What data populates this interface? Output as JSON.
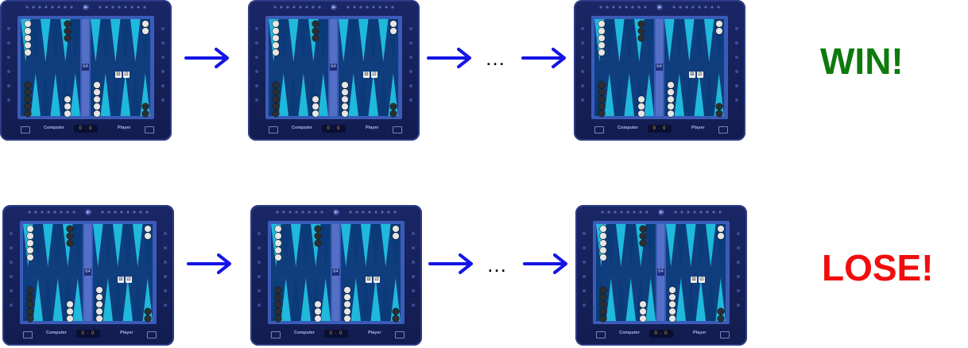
{
  "game": {
    "player_left_label": "Computer",
    "player_right_label": "Player",
    "score_display": "0 · 0",
    "cube_value": "64",
    "dice": [
      "⚅",
      "⚂"
    ]
  },
  "sequence": {
    "ellipsis": "…"
  },
  "rows": [
    {
      "outcome": "WIN!",
      "outcome_color": "#0d7a0d"
    },
    {
      "outcome": "LOSE!",
      "outcome_color": "#f20d0d"
    }
  ],
  "colors": {
    "arrow": "#1414e6",
    "board_bg": "#121c4f",
    "point_light": "#1fb9dc",
    "point_dark": "#0a3a78",
    "checker_white": "#e6e6e6",
    "checker_black": "#2b2f33"
  }
}
